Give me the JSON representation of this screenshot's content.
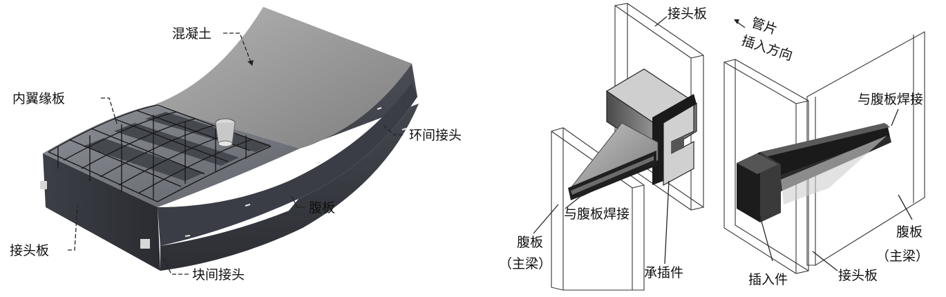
{
  "left_figure": {
    "labels": {
      "concrete": "混凝土",
      "inner_flange": "内翼缘板",
      "ring_joint": "环间接头",
      "web": "腹板",
      "end_plate": "接头板",
      "block_joint": "块间接头"
    }
  },
  "right_figure": {
    "labels": {
      "end_plate_top": "接头板",
      "insert_dir_1": "管片",
      "insert_dir_2": "插入方向",
      "weld_right": "与腹板焊接",
      "weld_left": "与腹板焊接",
      "web_left": "腹板",
      "main_beam_left": "（主梁）",
      "socket": "承插件",
      "insert_piece": "插入件",
      "end_plate_bottom": "接头板",
      "web_right": "腹板",
      "main_beam_right": "（主梁）"
    }
  },
  "colors": {
    "steel_dark": "#3a3d45",
    "steel_mid": "#6b6e75",
    "concrete_light": "#9a9a9a",
    "plate_outline": "#333333"
  }
}
